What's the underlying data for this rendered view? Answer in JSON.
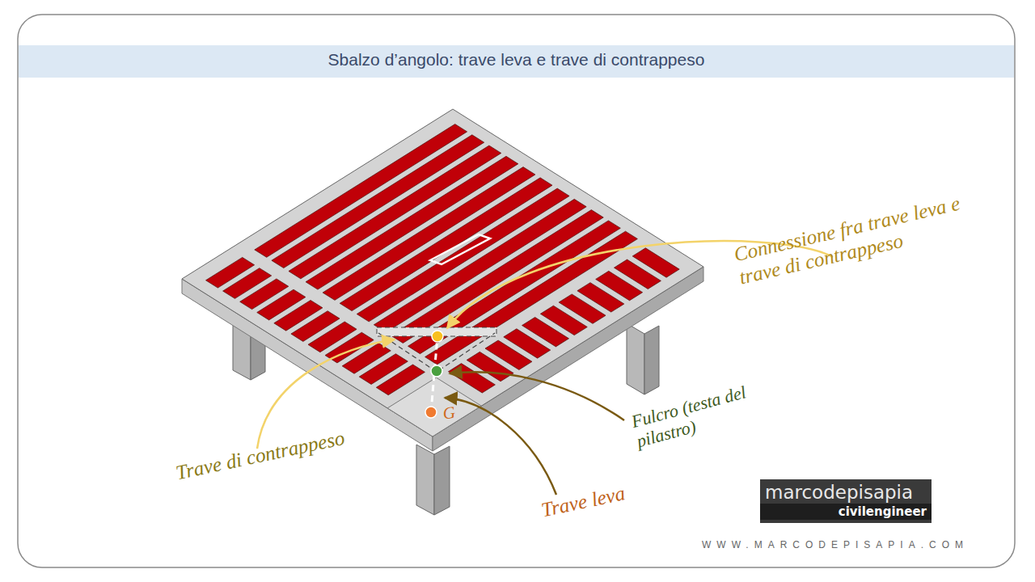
{
  "diagram": {
    "title": "Sbalzo d’angolo: trave leva e trave di contrappeso",
    "nodes": [
      {
        "text": [
          "marcodepisapia",
          "civilengineer"
        ]
      }
    ],
    "labels": [
      "Connessione fra trave leva e trave di contrappeso",
      "Trave di contrappeso",
      "Fulcro (testa del pilastro)",
      "Trave leva",
      "G",
      "WWW.MARCODEPISAPIA.COM"
    ]
  }
}
